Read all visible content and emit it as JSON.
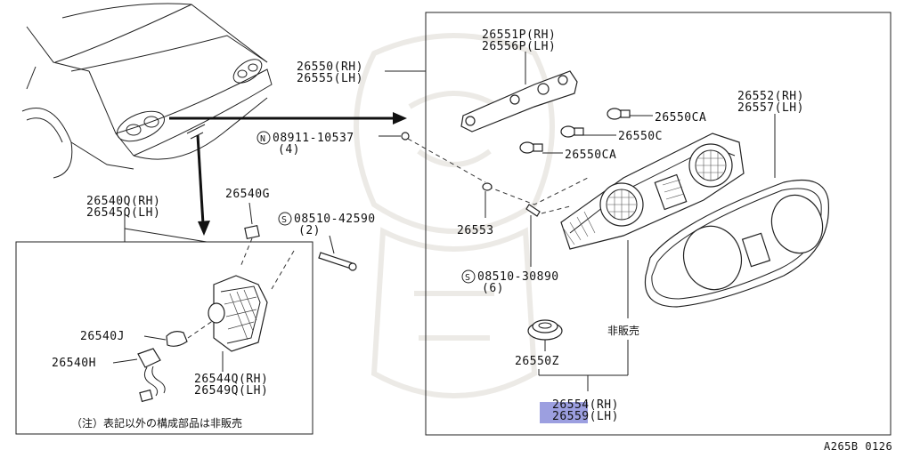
{
  "labels": {
    "p26551p_rh": "26551P(RH)",
    "p26556p_lh": "26556P(LH)",
    "p26550_rh": "26550(RH)",
    "p26555_lh": "26555(LH)",
    "p26550ca_top": "26550CA",
    "p26550c": "26550C",
    "p26550ca_mid": "26550CA",
    "p26552_rh": "26552(RH)",
    "p26557_lh": "26557(LH)",
    "nut_code": "08911-10537",
    "nut_qty": "(4)",
    "nut_symbol": "N",
    "p26553": "26553",
    "screw2_code": "08510-30890",
    "screw2_qty": "(6)",
    "screw2_symbol": "S",
    "not_sold_right": "非販売",
    "p26550z": "26550Z",
    "p26554_rh": "26554(RH)",
    "p26559_lh": "26559(LH)",
    "p26540q_rh": "26540Q(RH)",
    "p26545q_lh": "26545Q(LH)",
    "p26540g": "26540G",
    "screw1_code": "08510-42590",
    "screw1_qty": "(2)",
    "screw1_symbol": "S",
    "p26540j": "26540J",
    "p26540h": "26540H",
    "p26544q_rh": "26544Q(RH)",
    "p26549q_lh": "26549Q(LH)",
    "note": "（注）表記以外の構成部品は非販売",
    "figure_code": "A265B 0126"
  },
  "colors": {
    "highlight": "#7b7fd6",
    "line": "#222222"
  }
}
